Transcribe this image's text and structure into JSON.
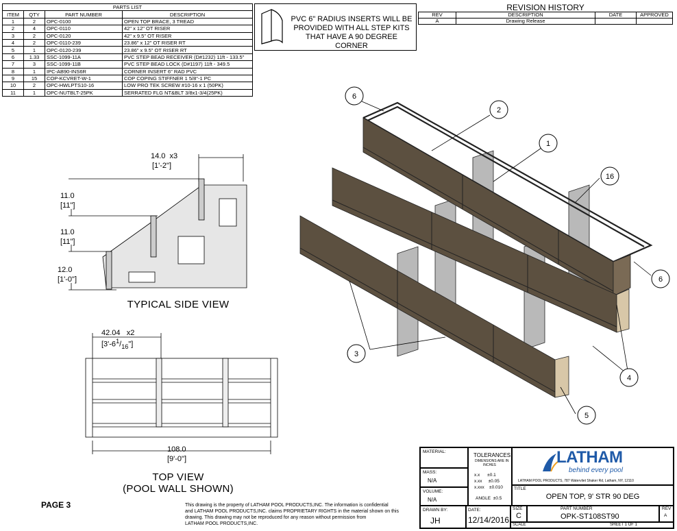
{
  "parts_list": {
    "caption": "PARTS LIST",
    "headers": [
      "ITEM",
      "QTY",
      "PART NUMBER",
      "DESCRIPTION"
    ],
    "rows": [
      [
        "1",
        "2",
        "OPC-0100",
        "OPEN TOP BRACE, 3 TREAD"
      ],
      [
        "2",
        "4",
        "OPC-0110",
        "42\" x 12\" OT RISER"
      ],
      [
        "3",
        "2",
        "OPC-0120",
        "42\" x 9.5\" OT RISER"
      ],
      [
        "4",
        "2",
        "OPC-0110-239",
        "23.86\" x 12\" OT RISER RT"
      ],
      [
        "5",
        "1",
        "OPC-0120-239",
        "23.86\" x 9.5\" OT RISER RT"
      ],
      [
        "6",
        "1.33",
        "SSC-1099-11A",
        "PVC STEP BEAD RECEIVER (D#1232) 11ft - 133.5\""
      ],
      [
        "7",
        "3",
        "SSC-1099-11B",
        "PVC STEP BEAD LOCK (D#1197) 11ft - 349.5"
      ],
      [
        "8",
        "1",
        "IPC-AB90-INS6R",
        "CORNER INSERT 6\" RAD PVC"
      ],
      [
        "9",
        "15",
        "COP-KCVRET-W-1",
        "COP COPING STIFFNER 1 5/8\"-1 PC"
      ],
      [
        "10",
        "2",
        "OPC-HWLPTS10-16",
        "LOW PRO TEK SCREW #10-16 x 1 (50PK)"
      ],
      [
        "11",
        "1",
        "OPC-NUTBLT-25PK",
        "SERRATED FLG NT&BLT 3/8x1-3/4(25PK)"
      ]
    ]
  },
  "note": {
    "line1": "PVC 6\" RADIUS INSERTS WILL BE",
    "line2": "PROVIDED WITH ALL STEP KITS",
    "line3": "THAT HAVE A 90 DEGREE CORNER"
  },
  "revision": {
    "caption": "REVISION HISTORY",
    "headers": [
      "REV",
      "DESCRIPTION",
      "DATE",
      "APPROVED"
    ],
    "row": [
      "A",
      "Drawing Release",
      "",
      ""
    ]
  },
  "side_view": {
    "title": "TYPICAL SIDE VIEW",
    "dim_top": "14.0",
    "dim_top_mult": "x3",
    "dim_top_ft": "[1'-2\"]",
    "dim_1": "11.0",
    "dim_1_ft": "[11\"]",
    "dim_2": "11.0",
    "dim_2_ft": "[11\"]",
    "dim_3": "12.0",
    "dim_3_ft": "[1'-0\"]"
  },
  "top_view": {
    "title_1": "TOP VIEW",
    "title_2": "(POOL WALL SHOWN)",
    "dim_seg": "42.04",
    "dim_seg_mult": "x2",
    "dim_seg_ft": "[3'-6",
    "dim_seg_frac_num": "1",
    "dim_seg_frac_den": "16",
    "dim_seg_ft_end": "\"]",
    "dim_total": "108.0",
    "dim_total_ft": "[9'-0\"]"
  },
  "balloons": [
    "6",
    "2",
    "1",
    "16",
    "6",
    "3",
    "4",
    "5"
  ],
  "page_label": "PAGE 3",
  "proprietary": {
    "line1": "This drawing is the property of LATHAM POOL PRODUCTS,INC. The information is confidential",
    "line2": "and LATHAM POOL PRODUCTS,INC. claims PROPRIETARY RIGHTS in the material shown on this",
    "line3": "drawing. This drawing may not be reproduced for any reason without permission from",
    "line4": "LATHAM POOL PRODUCTS,INC."
  },
  "title_block": {
    "material_label": "MATERIAL:",
    "mass_label": "MASS:",
    "mass_value": "N/A",
    "volume_label": "VOLUME:",
    "volume_value": "N/A",
    "tolerances_label": "TOLERANCES:",
    "tol_note_1": "DIMENSIONS ARE IN",
    "tol_note_2": "INCHES",
    "tol_1": "x.x      ±0.1",
    "tol_2": "x.xx     ±0.05",
    "tol_3": "x.xxx    ±0.010",
    "tol_angle": "ANGLE  ±0.5",
    "logo_text": "LATHAM",
    "logo_tagline": "behind every pool",
    "address": "LATHAM POOL PRODUCTS, 787 Watervliet Shaker Rd, Latham, NY, 12110",
    "title_label": "TITLE",
    "title_value": "OPEN TOP, 9' STR 90 DEG",
    "drawn_by_label": "DRAWN BY:",
    "drawn_by_value": "JH",
    "date_label": "DATE:",
    "date_value": "12/14/2016",
    "size_label": "SIZE",
    "size_value": "C",
    "part_number_label": "PART NUMBER",
    "part_number_value": "OPK-ST108ST90",
    "rev_label": "REV",
    "rev_value": "A",
    "scale_label": "SCALE",
    "sheet_label": "SHEET 1  OF  1"
  },
  "colors": {
    "riser": "#5c5040",
    "riser_light": "#7a6a55",
    "brace": "#b9b9b9",
    "logo_blue": "#1f5aa8"
  }
}
